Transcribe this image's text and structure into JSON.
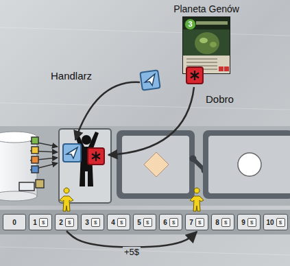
{
  "diagram": {
    "nodes": [
      {
        "text": [
          "Planeta Genów",
          "3"
        ]
      },
      {
        "text": [
          "0"
        ]
      },
      {
        "text": [
          "1",
          "$"
        ]
      },
      {
        "text": [
          "2",
          "$"
        ]
      },
      {
        "text": [
          "3",
          "$"
        ]
      },
      {
        "text": [
          "4",
          "$"
        ]
      },
      {
        "text": [
          "5",
          "$"
        ]
      },
      {
        "text": [
          "6",
          "$"
        ]
      },
      {
        "text": [
          "7",
          "$"
        ]
      },
      {
        "text": [
          "8",
          "$"
        ]
      },
      {
        "text": [
          "9",
          "$"
        ]
      },
      {
        "text": [
          "10",
          "$"
        ]
      }
    ],
    "edges": [
      {
        "from": 3,
        "to": 8,
        "label": "+5$",
        "arrow": "to"
      }
    ],
    "labels": [
      "Handlarz",
      "Dobro"
    ]
  }
}
